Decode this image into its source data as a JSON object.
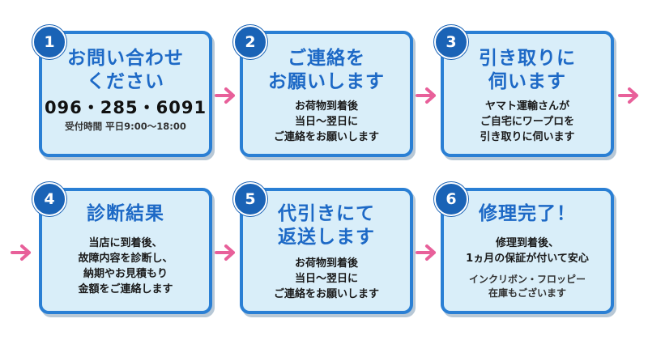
{
  "colors": {
    "card_border": "#2a7fd4",
    "card_fill": "#d9eef9",
    "badge": "#1a63b6",
    "title": "#1d69c6",
    "arrow": "#e8609a"
  },
  "icons": {
    "arrow": "arrow-right-icon"
  },
  "steps": [
    {
      "number": "1",
      "title_lines": [
        "お問い合わせ",
        "ください"
      ],
      "phone": "096・285・6091",
      "hours": "受付時間 平日9:00〜18:00"
    },
    {
      "number": "2",
      "title_lines": [
        "ご連絡を",
        "お願いします"
      ],
      "body_lines": [
        "お荷物到着後",
        "当日〜翌日に",
        "ご連絡をお願いします"
      ]
    },
    {
      "number": "3",
      "title_lines": [
        "引き取りに",
        "伺います"
      ],
      "body_lines": [
        "ヤマト運輸さんが",
        "ご自宅にワープロを",
        "引き取りに伺います"
      ]
    },
    {
      "number": "4",
      "title_lines": [
        "診断結果"
      ],
      "body_lines": [
        "当店に到着後、",
        "故障内容を診断し、",
        "納期やお見積もり",
        "金額をご連絡します"
      ]
    },
    {
      "number": "5",
      "title_lines": [
        "代引きにて",
        "返送します"
      ],
      "body_lines": [
        "お荷物到着後",
        "当日〜翌日に",
        "ご連絡をお願いします"
      ]
    },
    {
      "number": "6",
      "title_lines": [
        "修理完了！"
      ],
      "body_lines": [
        "修理到着後、",
        "1ヵ月の保証が付いて安心"
      ],
      "note_lines": [
        "インクリボン・フロッピー",
        "在庫もございます"
      ]
    }
  ]
}
